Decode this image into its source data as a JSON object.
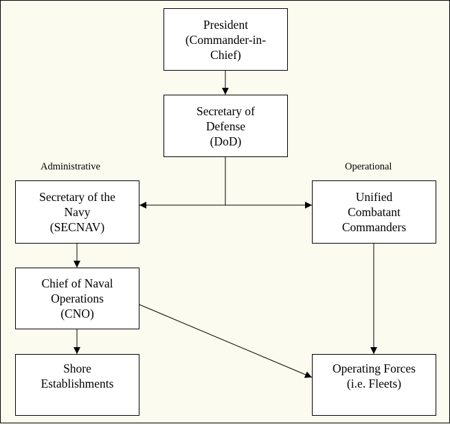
{
  "nodes": {
    "president": [
      "President",
      "(Commander-in-",
      "Chief)"
    ],
    "secdef": [
      "Secretary of",
      "Defense",
      "(DoD)"
    ],
    "secnav": [
      "Secretary of the",
      "Navy",
      "(SECNAV)"
    ],
    "cno": [
      "Chief of Naval",
      "Operations",
      "(CNO)"
    ],
    "shore": [
      "Shore",
      "Establishments"
    ],
    "unified": [
      "Unified",
      "Combatant",
      "Commanders"
    ],
    "forces": [
      "Operating Forces",
      "(i.e. Fleets)"
    ]
  },
  "labels": {
    "administrative": "Administrative",
    "operational": "Operational"
  }
}
